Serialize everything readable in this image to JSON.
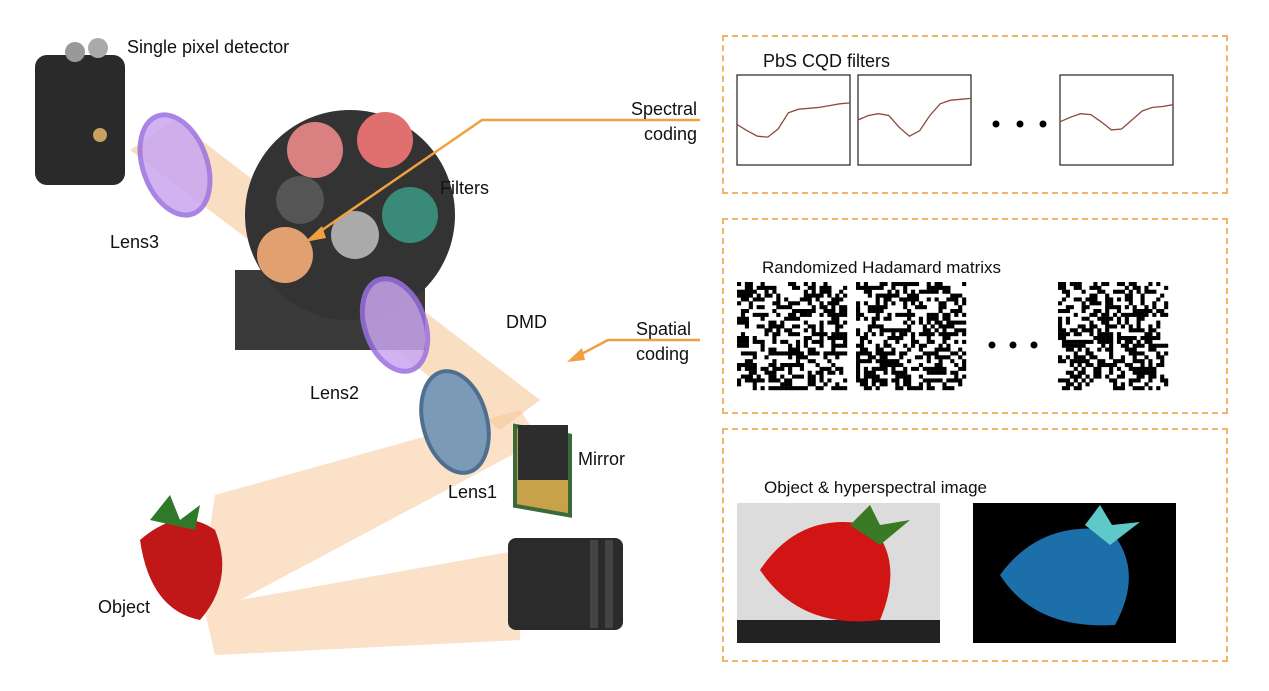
{
  "labels": {
    "detector": "Single pixel detector",
    "filters": "Filters",
    "lens3": "Lens3",
    "lens2": "Lens2",
    "lens1": "Lens1",
    "dmd": "DMD",
    "mirror": "Mirror",
    "object": "Object",
    "spectral_coding": [
      "Spectral",
      "coding"
    ],
    "spatial_coding": [
      "Spatial",
      "coding"
    ]
  },
  "panels": {
    "spectral": {
      "title": "PbS CQD filters",
      "curves": [
        [
          0.45,
          0.38,
          0.32,
          0.31,
          0.4,
          0.58,
          0.62,
          0.63,
          0.64,
          0.66,
          0.68,
          0.69
        ],
        [
          0.5,
          0.55,
          0.57,
          0.55,
          0.42,
          0.32,
          0.38,
          0.55,
          0.68,
          0.72,
          0.73,
          0.74
        ],
        [
          0.48,
          0.53,
          0.57,
          0.56,
          0.48,
          0.39,
          0.4,
          0.5,
          0.6,
          0.64,
          0.65,
          0.67
        ]
      ]
    },
    "spatial": {
      "title": "Randomized Hadamard matrixs",
      "matrix_count": 3
    },
    "object": {
      "title": "Object & hyperspectral image"
    }
  },
  "colors": {
    "accent": "#f0a040",
    "beam": "#f6c89a",
    "curve": "#8b4a3a"
  }
}
